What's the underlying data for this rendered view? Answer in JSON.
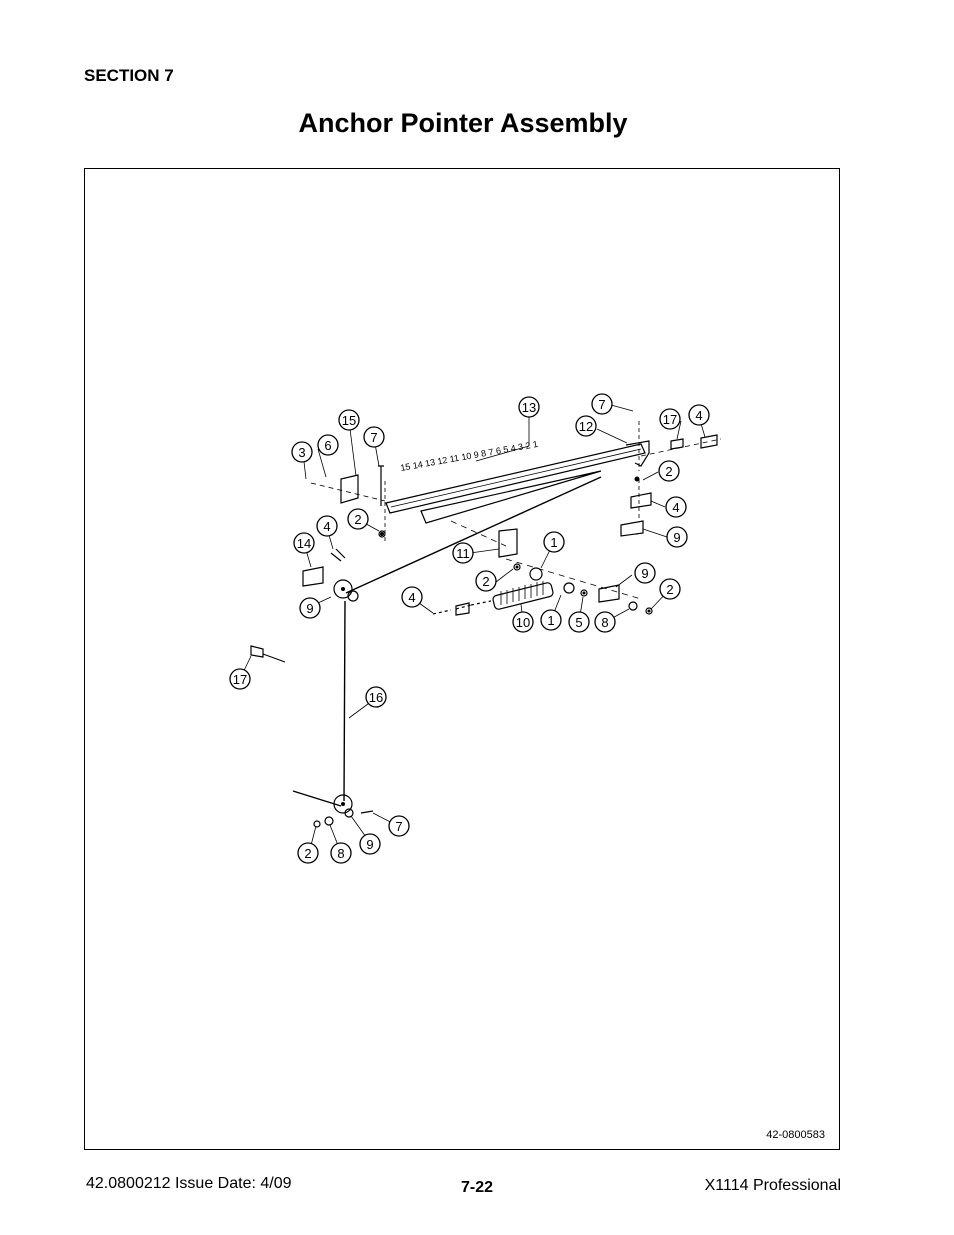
{
  "header": {
    "section": "SECTION 7",
    "title": "Anchor Pointer Assembly"
  },
  "figure": {
    "drawing_number": "42-0800583",
    "scale_text": "15 14 13 12 11 10 9 8 7 6 5 4 3 2 1",
    "callouts": [
      {
        "label": "13"
      },
      {
        "label": "7"
      },
      {
        "label": "17"
      },
      {
        "label": "4"
      },
      {
        "label": "12"
      },
      {
        "label": "15"
      },
      {
        "label": "7"
      },
      {
        "label": "3"
      },
      {
        "label": "6"
      },
      {
        "label": "2"
      },
      {
        "label": "2"
      },
      {
        "label": "4"
      },
      {
        "label": "9"
      },
      {
        "label": "4"
      },
      {
        "label": "14"
      },
      {
        "label": "11"
      },
      {
        "label": "1"
      },
      {
        "label": "2"
      },
      {
        "label": "9"
      },
      {
        "label": "9"
      },
      {
        "label": "2"
      },
      {
        "label": "4"
      },
      {
        "label": "10"
      },
      {
        "label": "1"
      },
      {
        "label": "5"
      },
      {
        "label": "8"
      },
      {
        "label": "17"
      },
      {
        "label": "16"
      },
      {
        "label": "7"
      },
      {
        "label": "2"
      },
      {
        "label": "8"
      },
      {
        "label": "9"
      }
    ]
  },
  "footer": {
    "doc_info": "42.0800212  Issue Date: 4/09",
    "page_number": "7-22",
    "product": "X1114 Professional"
  }
}
